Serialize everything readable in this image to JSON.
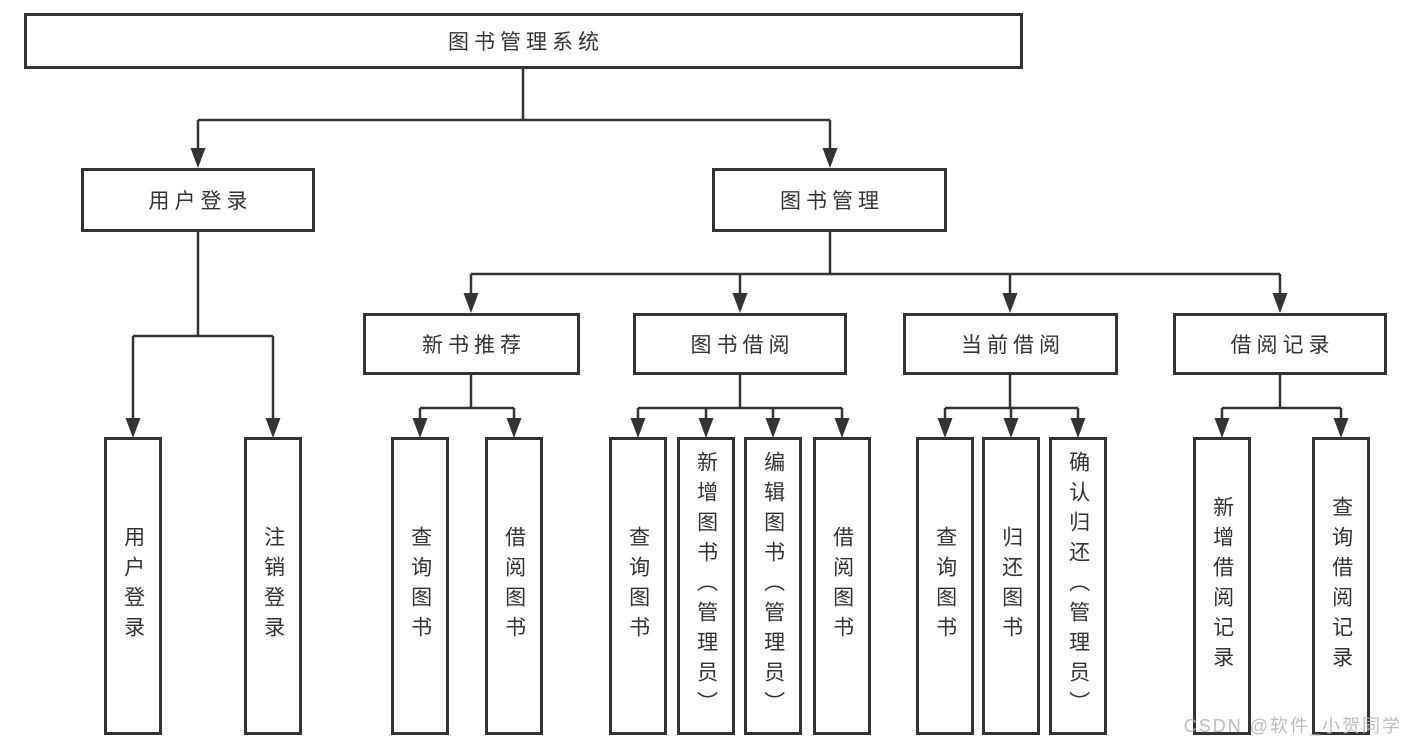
{
  "diagram": {
    "root": {
      "label": "图书管理系统"
    },
    "level2": [
      {
        "label": "用户登录"
      },
      {
        "label": "图书管理"
      }
    ],
    "level3": [
      {
        "label": "新书推荐"
      },
      {
        "label": "图书借阅"
      },
      {
        "label": "当前借阅"
      },
      {
        "label": "借阅记录"
      }
    ],
    "leaves": {
      "user_login": [
        {
          "label": "用户登录"
        },
        {
          "label": "注销登录"
        }
      ],
      "new_book_recommend": [
        {
          "label": "查询图书"
        },
        {
          "label": "借阅图书"
        }
      ],
      "book_borrow": [
        {
          "label": "查询图书"
        },
        {
          "label": "新增图书（管理员）"
        },
        {
          "label": "编辑图书（管理员）"
        },
        {
          "label": "借阅图书"
        }
      ],
      "current_borrow": [
        {
          "label": "查询图书"
        },
        {
          "label": "归还图书"
        },
        {
          "label": "确认归还（管理员）"
        }
      ],
      "borrow_records": [
        {
          "label": "新增借阅记录"
        },
        {
          "label": "查询借阅记录"
        }
      ]
    }
  },
  "watermark": {
    "text": "CSDN @软件_小贺同学"
  },
  "colors": {
    "line": "#333333",
    "box_border": "#333333",
    "text": "#333333",
    "background": "#ffffff",
    "watermark": "#b5b5b5"
  }
}
